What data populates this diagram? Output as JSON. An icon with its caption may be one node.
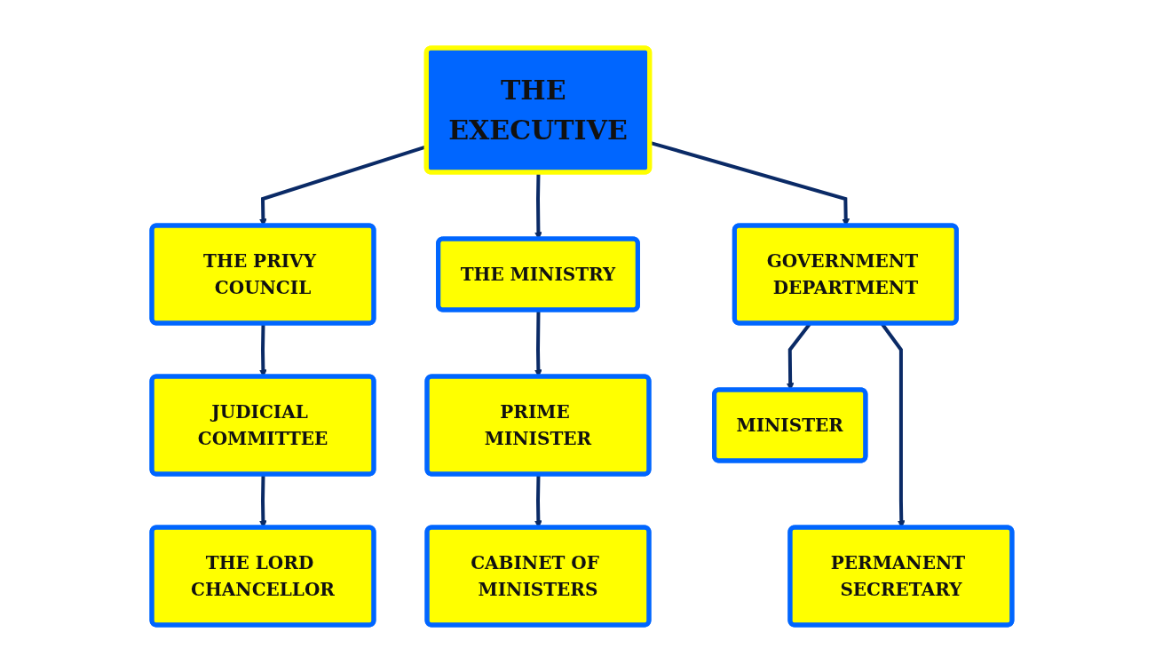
{
  "diagram": {
    "nodes": [
      {
        "text": [
          "THE EXECUTIVE"
        ]
      },
      {
        "text": [
          "THE PRIVY COUNCIL"
        ]
      },
      {
        "text": [
          "THE MINISTRY"
        ]
      },
      {
        "text": [
          "GOVERNMENT DEPARTMENT"
        ]
      },
      {
        "text": [
          "JUDICIAL COMMITTEE"
        ]
      },
      {
        "text": [
          "PRIME MINISTER"
        ]
      },
      {
        "text": [
          "MINISTER"
        ]
      },
      {
        "text": [
          "THE LORD CHANCELLOR"
        ]
      },
      {
        "text": [
          "CABINET OF MINISTERS"
        ]
      },
      {
        "text": [
          "PERMANENT SECRETARY"
        ]
      }
    ],
    "edges": [
      {
        "from": 0,
        "to": 1,
        "arrow": "to"
      },
      {
        "from": 0,
        "to": 2,
        "arrow": "to"
      },
      {
        "from": 0,
        "to": 3,
        "arrow": "to"
      },
      {
        "from": 1,
        "to": 4,
        "arrow": "to"
      },
      {
        "from": 4,
        "to": 7,
        "arrow": "to"
      },
      {
        "from": 2,
        "to": 5,
        "arrow": "to"
      },
      {
        "from": 5,
        "to": 8,
        "arrow": "to"
      },
      {
        "from": 3,
        "to": 6,
        "arrow": "to"
      },
      {
        "from": 3,
        "to": 9,
        "arrow": "to"
      }
    ]
  }
}
